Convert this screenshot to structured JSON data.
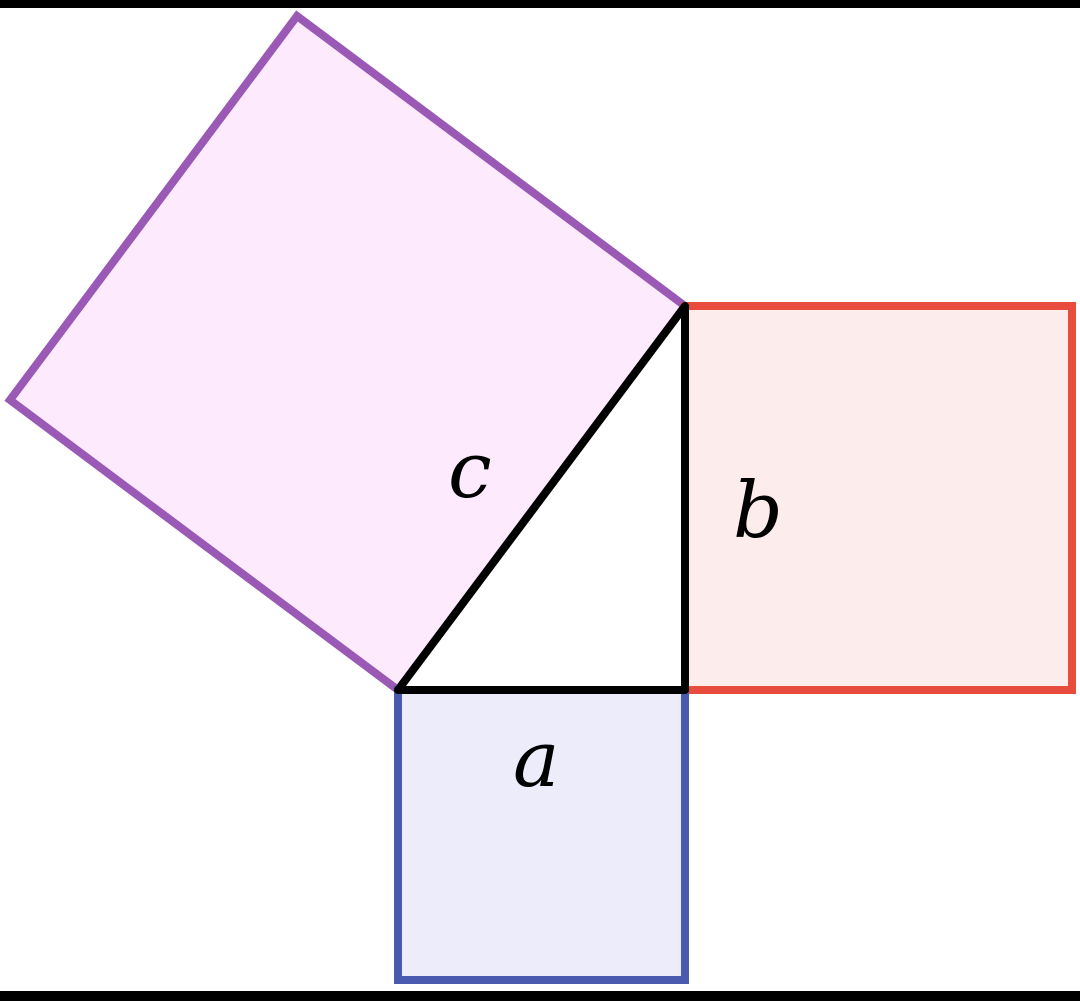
{
  "diagram": {
    "labels": {
      "a": "a",
      "b": "b",
      "c": "c"
    },
    "colors": {
      "square_c_stroke": "#9b59b6",
      "square_c_fill": "#fdeafd",
      "square_b_stroke": "#e74c3c",
      "square_b_fill": "#fdecec",
      "square_a_stroke": "#4a5aaf",
      "square_a_fill": "#ececfb",
      "triangle_stroke": "#000000",
      "triangle_fill": "#ffffff"
    }
  }
}
